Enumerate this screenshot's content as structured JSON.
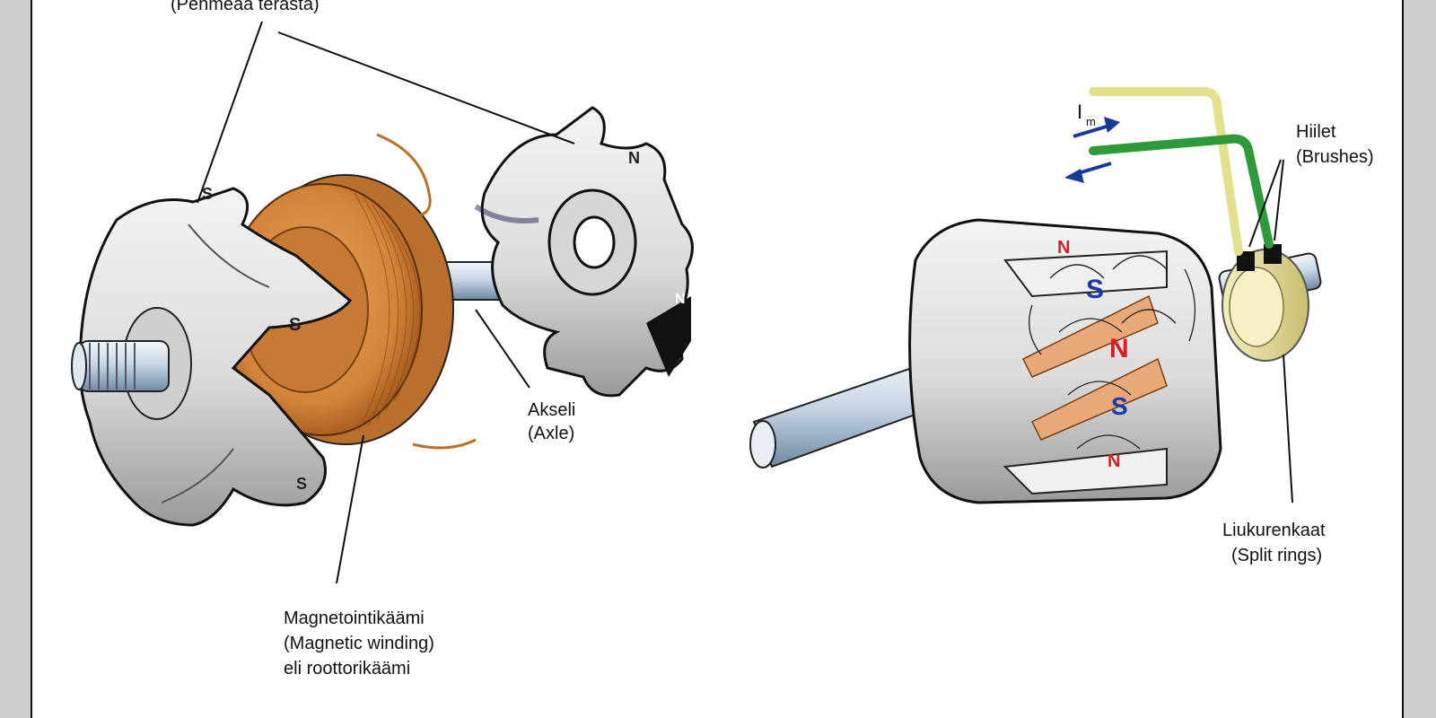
{
  "labels": {
    "top_paren": "(Pehmeää terästä)",
    "akseli": "Akseli",
    "axle": "(Axle)",
    "magnetointikaami": "Magnetointikäämi",
    "magnetic_winding": "(Magnetic winding)",
    "roottorikaami": "eli roottorikäämi",
    "hiilet": "Hiilet",
    "brushes": "(Brushes)",
    "liukurenkaat": "Liukurenkaat",
    "split_rings": "(Split rings)",
    "current_symbol": "I",
    "current_sub": "m"
  },
  "poles": {
    "south": "S",
    "north": "N"
  },
  "colors": {
    "copper": "#d4843a",
    "steel": "#e6e6e6",
    "arrow_blue": "#1a3a9a",
    "wire_green": "#2e9a3a",
    "pole_red": "#d42020",
    "pole_blue": "#1a3aaa",
    "ring_yellow": "#e8e0a0"
  }
}
